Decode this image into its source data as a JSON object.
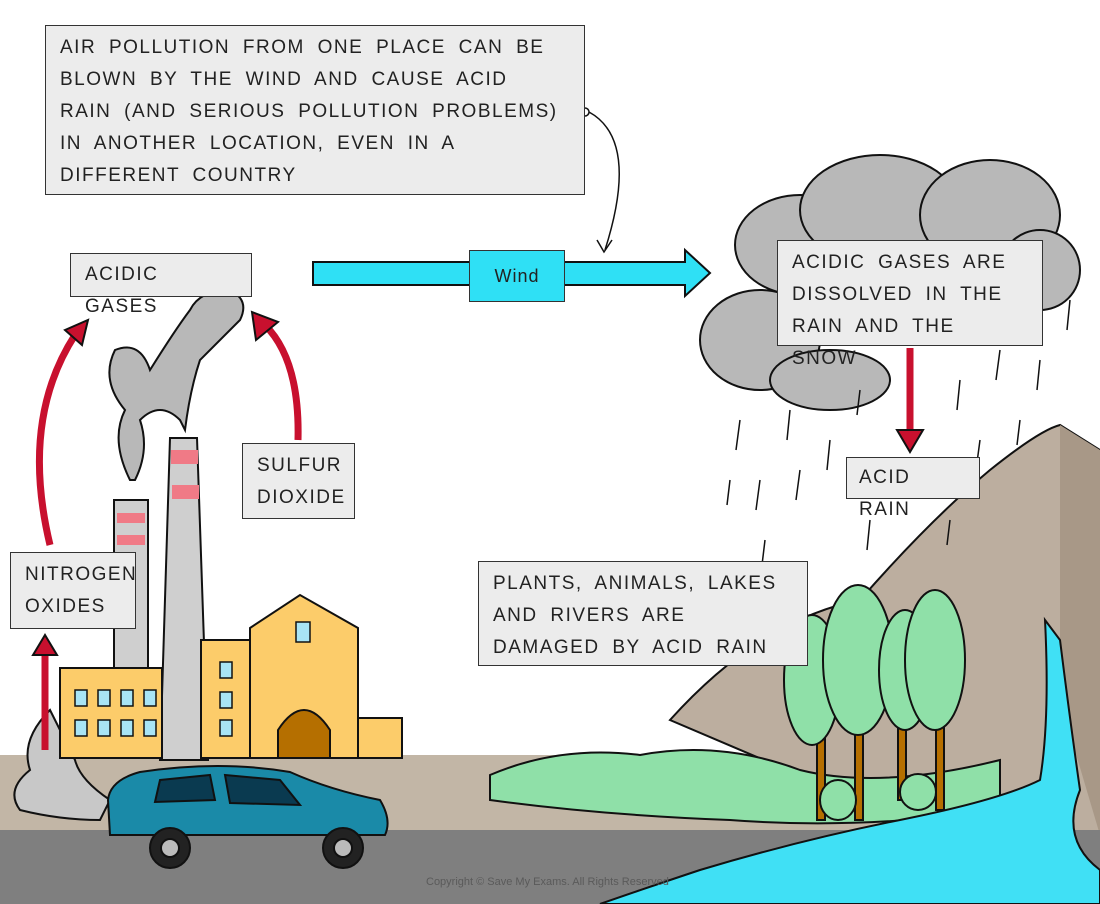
{
  "labels": {
    "note": "Air pollution from one place can be blown by the wind and cause acid rain (and serious pollution problems) in another location, even in a different country",
    "acidic_gases": "Acidic gases",
    "wind": "Wind",
    "dissolved": "Acidic gases are dissolved in the rain and the snow",
    "acid_rain": "Acid rain",
    "sulfur_dioxide": "Sulfur dioxide",
    "nitrogen_oxides": "Nitrogen oxides",
    "damage": "Plants, animals, lakes and rivers are damaged by acid rain"
  },
  "copyright": "Copyright © Save My Exams. All Rights Reserved",
  "colors": {
    "arrow_red": "#c8102e",
    "wind_cyan": "#2fe0f5",
    "water": "#40e0f5",
    "cloud": "#b8b8b8",
    "ground": "#c2b6a6",
    "road": "#7f7f7f",
    "building": "#fccc6a",
    "tree": "#8fe0a8",
    "car": "#1a8aa8"
  }
}
